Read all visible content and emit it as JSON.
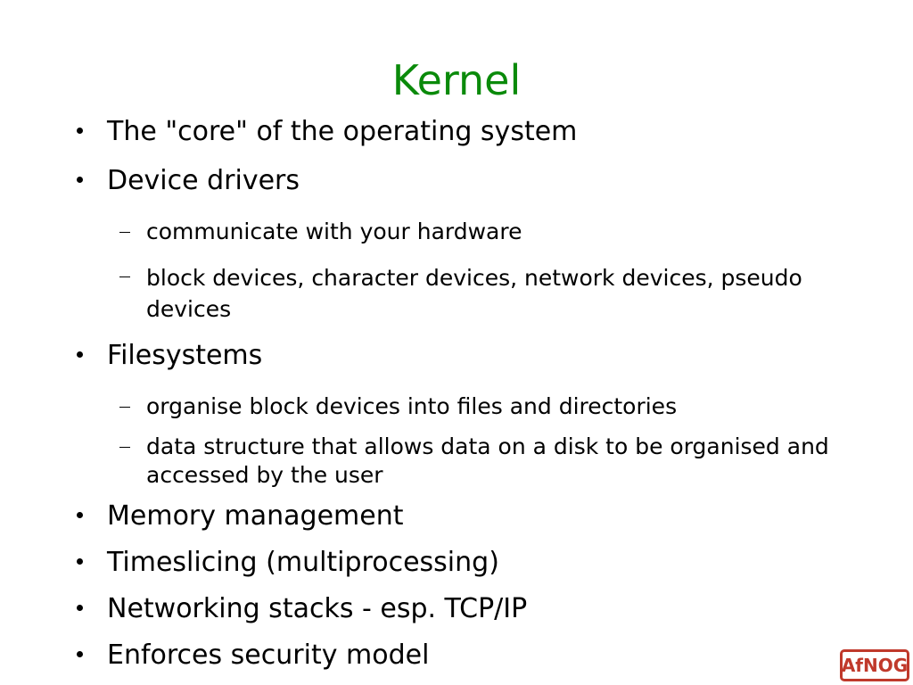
{
  "slide": {
    "title": "Kernel",
    "bullets": [
      "The \"core\" of the operating system",
      "Device drivers",
      "Filesystems",
      "Memory management",
      "Timeslicing (multiprocessing)",
      "Networking stacks - esp. TCP/IP",
      "Enforces security model"
    ],
    "device_driver_subitems": [
      "communicate with your hardware",
      "block devices, character devices, network devices, pseudo devices"
    ],
    "filesystem_subitems": [
      "organise block devices into files and directories",
      "data structure that allows data on a disk to be organised and accessed by the user"
    ],
    "logo_text": "AfNOG"
  },
  "colors": {
    "title": "#0a8a0a",
    "logo": "#c0392b"
  }
}
